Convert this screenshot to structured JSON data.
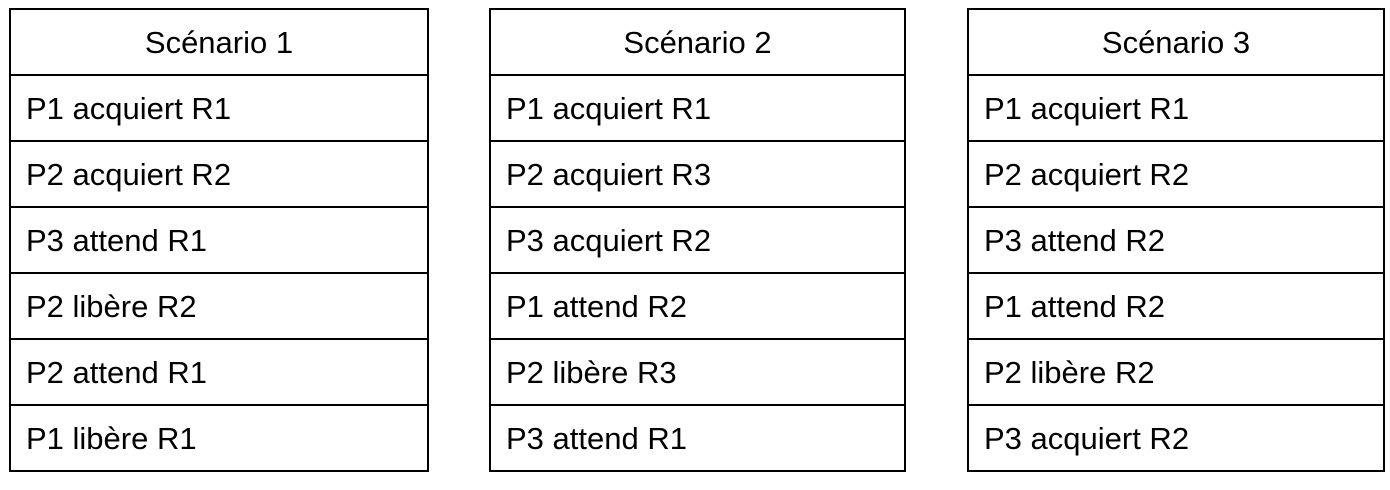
{
  "scenarios": [
    {
      "title": "Scénario 1",
      "steps": [
        "P1 acquiert R1",
        "P2 acquiert R2",
        "P3 attend R1",
        "P2 libère R2",
        "P2 attend R1",
        "P1 libère R1"
      ]
    },
    {
      "title": "Scénario 2",
      "steps": [
        "P1 acquiert R1",
        "P2 acquiert R3",
        "P3 acquiert R2",
        "P1 attend R2",
        "P2 libère R3",
        "P3 attend R1"
      ]
    },
    {
      "title": "Scénario 3",
      "steps": [
        "P1 acquiert R1",
        "P2 acquiert R2",
        "P3 attend R2",
        "P1 attend R2",
        "P2 libère R2",
        "P3 acquiert R2"
      ]
    }
  ]
}
